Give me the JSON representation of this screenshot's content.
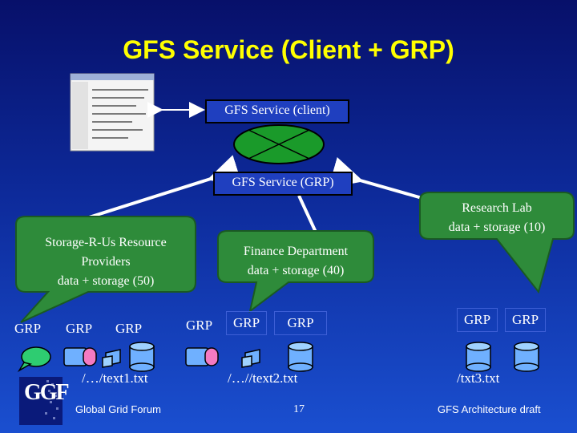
{
  "title": "GFS Service (Client + GRP)",
  "nodes": {
    "client": "GFS Service (client)",
    "grp": "GFS Service (GRP)"
  },
  "callouts": {
    "storage": [
      "Storage-R-Us Resource",
      "Providers",
      "data + storage (50)"
    ],
    "finance": [
      "Finance Department",
      "data + storage (40)"
    ],
    "research": [
      "Research Lab",
      "data + storage (10)"
    ]
  },
  "grp_label": "GRP",
  "paths": {
    "p1": "/…/text1.txt",
    "p2": "/…//text2.txt",
    "p3": "/txt3.txt"
  },
  "footer": {
    "left": "Global Grid Forum",
    "page": "17",
    "right": "GFS Architecture draft"
  },
  "logo_text": "GGF",
  "colors": {
    "title": "#ffff00",
    "callout": "#2e8b3a",
    "ellipse": "#1a9a2a",
    "disk": "#6fb0ff"
  }
}
